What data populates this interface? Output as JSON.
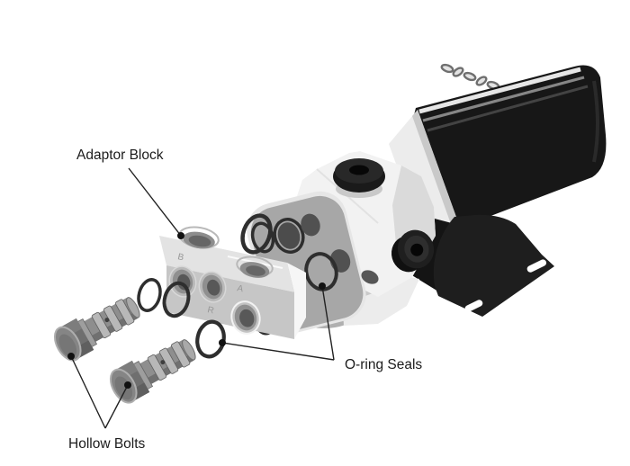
{
  "figure": {
    "background_color": "#ffffff",
    "type": "exploded-parts-diagram",
    "subject": "hydraulic power unit with adaptor block, o-ring seals and hollow bolts",
    "callouts": {
      "adaptor_block": {
        "label": "Adaptor Block"
      },
      "o_ring_seals": {
        "label": "O-ring Seals"
      },
      "hollow_bolts": {
        "label": "Hollow Bolts"
      }
    },
    "port_letters": {
      "b": "B",
      "a": "A",
      "r": "R"
    },
    "counts": {
      "o_rings_visible": 7,
      "hollow_bolts": 2,
      "adaptor_blocks": 1
    },
    "colors": {
      "motor_black": "#171717",
      "bracket_black": "#1e1e1e",
      "pump_body_white": "#f2f2f2",
      "pump_face_gray": "#a7a7a7",
      "o_ring_dark": "#2e2e2e",
      "bolt_gray": "#8e8e8e",
      "label_text": "#1b1b1b",
      "leader_line": "#222222"
    }
  }
}
